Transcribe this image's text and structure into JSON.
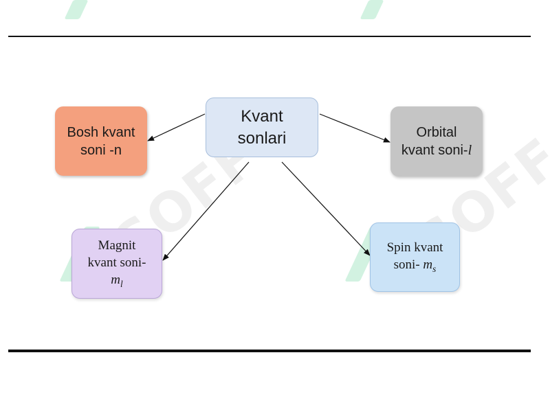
{
  "diagram": {
    "center": {
      "line1": "Kvant",
      "line2": "sonlari"
    },
    "bosh": {
      "line1": "Bosh kvant",
      "line2": "soni -n"
    },
    "orbital": {
      "line1": "Orbital",
      "line2": "kvant soni-",
      "symbol": "l"
    },
    "magnit": {
      "line1": "Magnit",
      "line2": "kvant soni-",
      "symbol": "m",
      "subscript": "l"
    },
    "spin": {
      "line1": "Spin kvant",
      "line2": "soni- ",
      "symbol": "m",
      "subscript": "s"
    }
  },
  "watermark": {
    "text": "SOFF"
  },
  "colors": {
    "center": "#dde7f5",
    "bosh": "#f4a07e",
    "orbital": "#c5c5c5",
    "magnit": "#e1d1f3",
    "spin": "#cbe3f7"
  }
}
